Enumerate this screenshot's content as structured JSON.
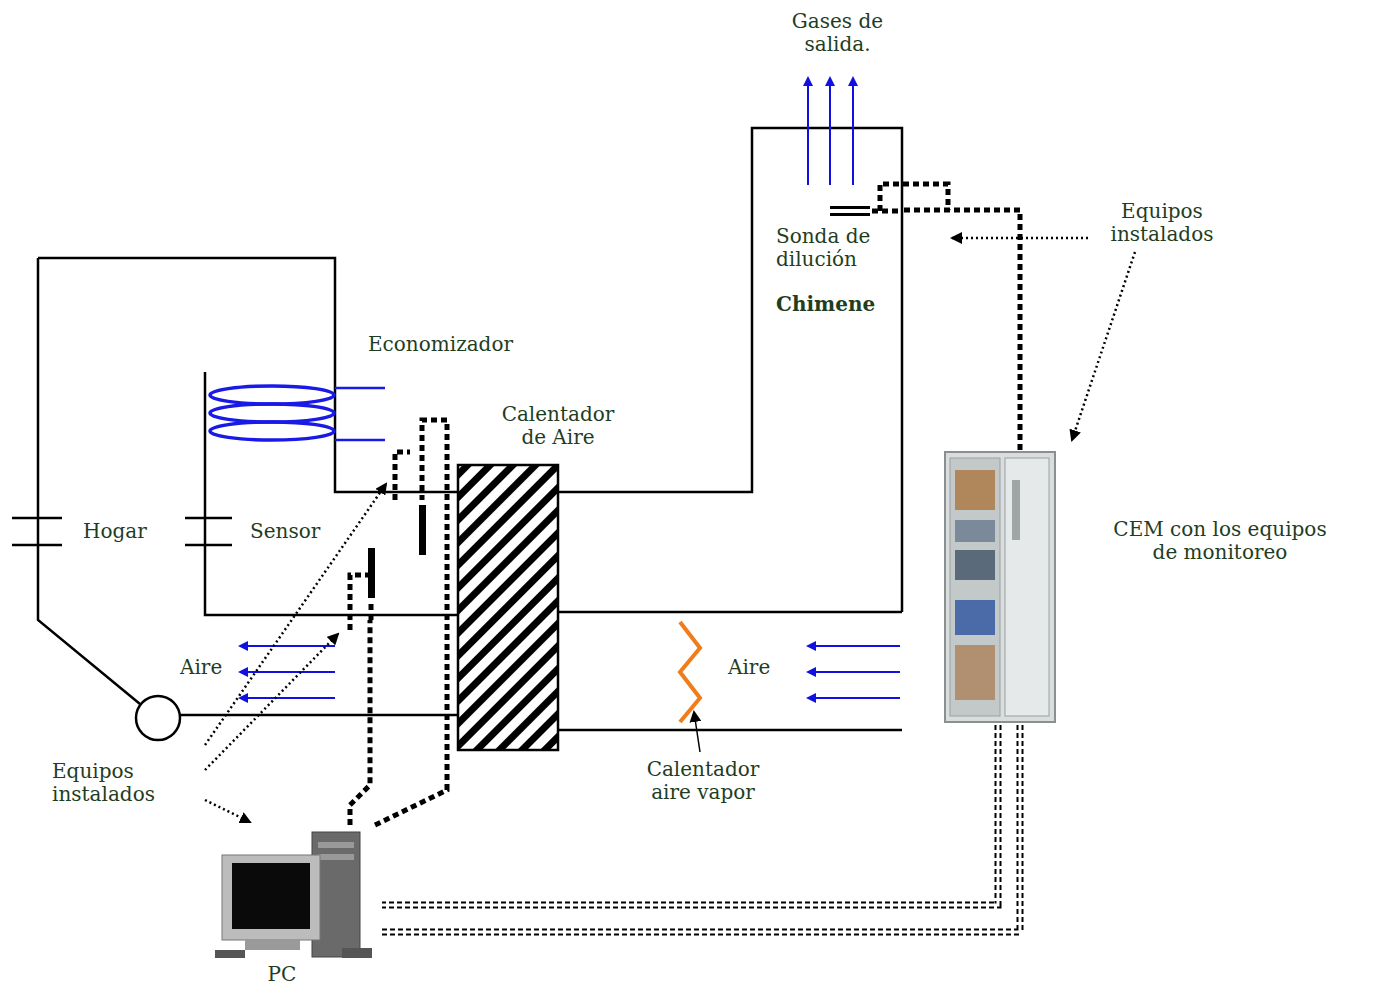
{
  "diagram": {
    "nodes": [
      {
        "text": [
          "Sonda de dilución",
          "Chimene"
        ]
      },
      {
        "text": [
          "Hogar"
        ]
      },
      {
        "text": [
          "Calentador de Aire"
        ]
      },
      {
        "text": [
          "CEM con los equipos de monitoreo"
        ]
      },
      {
        "text": [
          "PC"
        ]
      }
    ],
    "edges": [
      {
        "from": 3,
        "to": 4,
        "arrow": "none"
      },
      {
        "from": 3,
        "to": 4,
        "arrow": "none"
      },
      {
        "from": 3,
        "to": 0,
        "arrow": "none"
      },
      {
        "from": 4,
        "to": 1,
        "arrow": "none"
      },
      {
        "from": 4,
        "to": 1,
        "arrow": "none"
      }
    ],
    "labels": [
      "Gases de salida.",
      "Equipos instalados",
      "Economizador",
      "Sensor",
      "Aire",
      "Aire",
      "Calentador aire vapor",
      "Equipos instalados"
    ]
  }
}
